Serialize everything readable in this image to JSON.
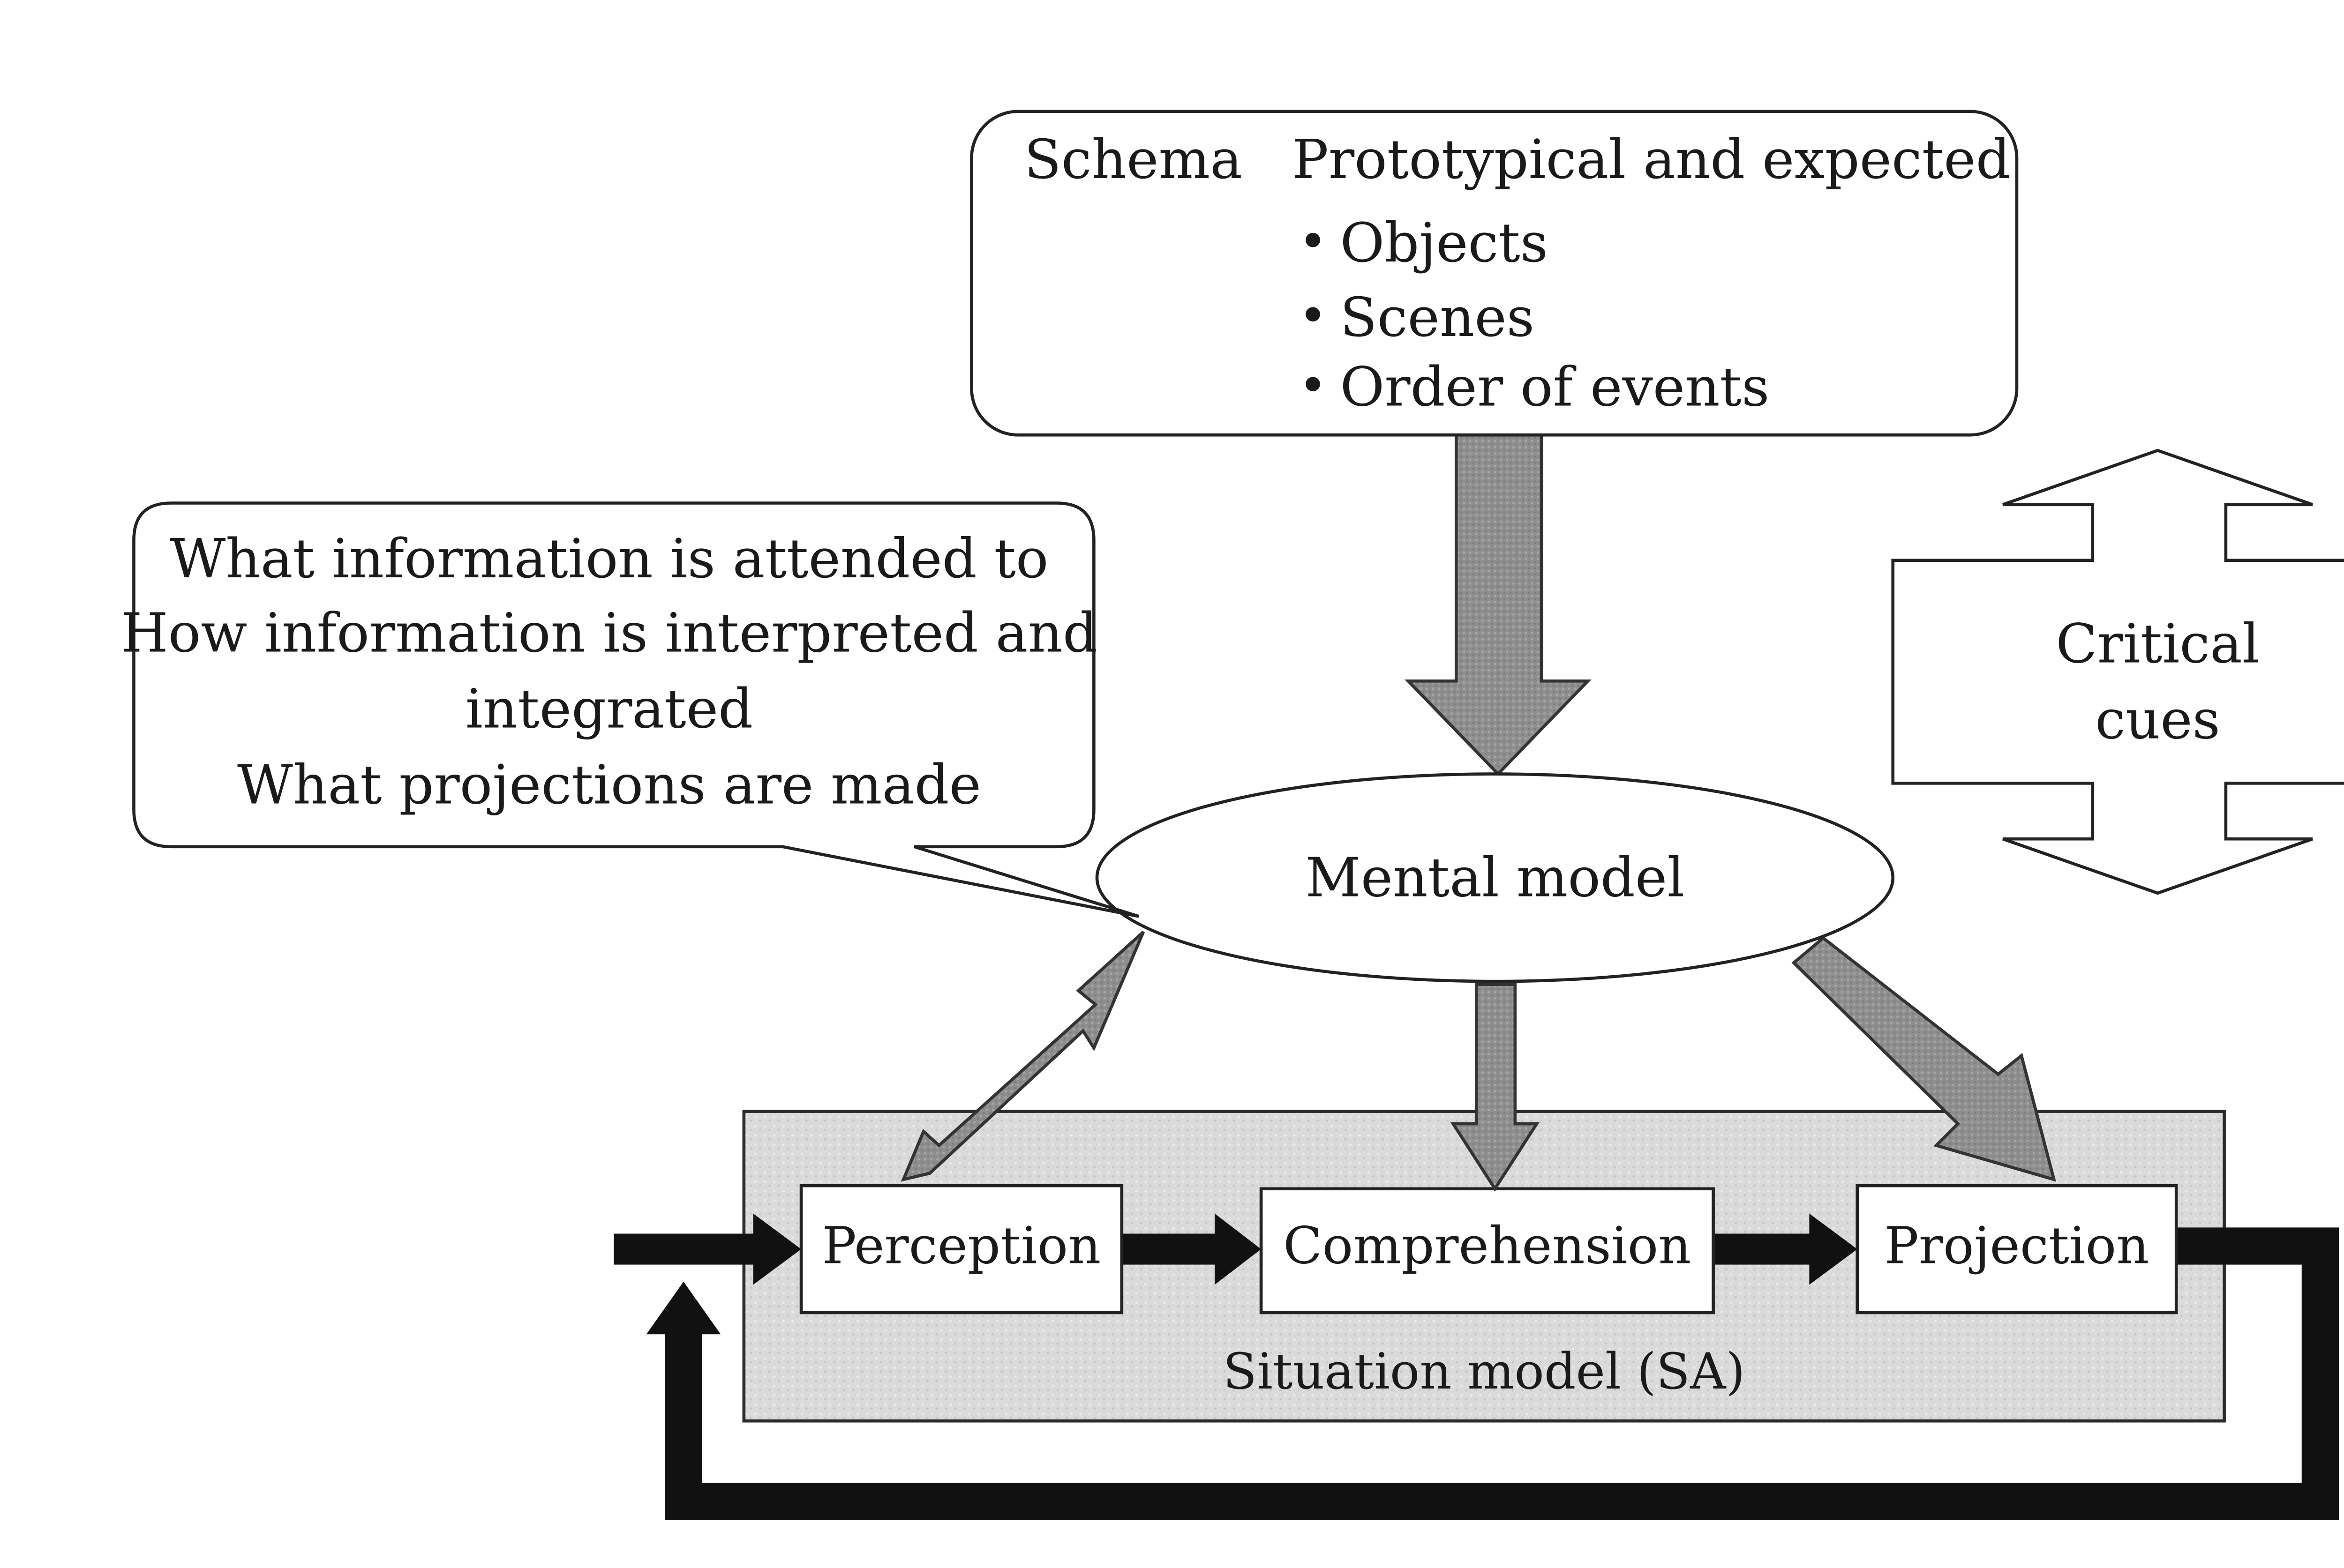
{
  "schema": {
    "label": "Schema",
    "heading": "Prototypical and expected",
    "items": [
      "Objects",
      "Scenes",
      "Order of events"
    ]
  },
  "callout": {
    "lines": [
      "What information is attended to",
      "How information is interpreted and",
      "integrated",
      "What projections are made"
    ]
  },
  "critical_cues": {
    "line1": "Critical",
    "line2": "cues"
  },
  "mental_model": {
    "label": "Mental model"
  },
  "situation_model": {
    "label": "Situation model (SA)",
    "stages": {
      "perception": "Perception",
      "comprehension": "Comprehension",
      "projection": "Projection"
    }
  },
  "bullet_glyph": "•"
}
